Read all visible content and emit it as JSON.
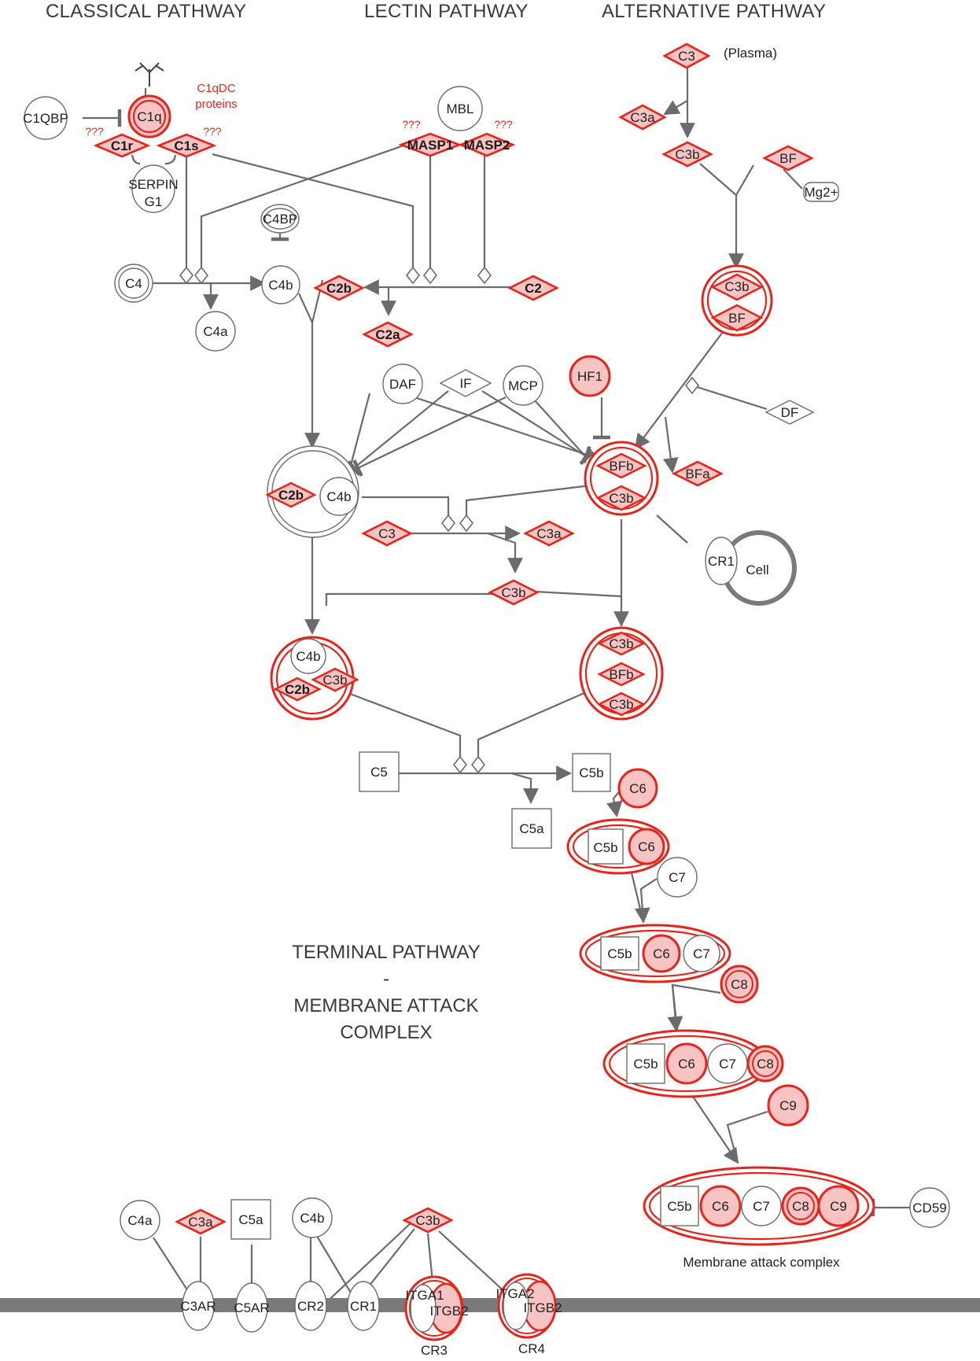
{
  "headers": {
    "classical": "CLASSICAL PATHWAY",
    "lectin": "LECTIN PATHWAY",
    "alternative": "ALTERNATIVE PATHWAY"
  },
  "notes": {
    "c1qdc_line1": "C1qDC",
    "c1qdc_line2": "proteins",
    "unknown": "???",
    "plasma": "(Plasma)"
  },
  "terminal": {
    "line1": "TERMINAL PATHWAY",
    "line2": "-",
    "line3": "MEMBRANE ATTACK",
    "line4": "COMPLEX"
  },
  "captions": {
    "mac": "Membrane attack complex",
    "cr3": "CR3",
    "cr4": "CR4"
  },
  "colors": {
    "active_fill": "#f7c3c3",
    "active_stroke": "#e8241a",
    "edge": "#6b6b6b",
    "membrane": "#7a7a7a"
  },
  "nodes": {
    "c1qbp": "C1QBP",
    "c1q": "C1q",
    "c1r": "C1r",
    "c1s": "C1s",
    "serping1_a": "SERPIN",
    "serping1_b": "G1",
    "mbl": "MBL",
    "masp1": "MASP1",
    "masp2": "MASP2",
    "c4bp": "C4BP",
    "c4": "C4",
    "c4b": "C4b",
    "c4a": "C4a",
    "c2b": "C2b",
    "c2a": "C2a",
    "c2": "C2",
    "c3": "C3",
    "c3a": "C3a",
    "c3b": "C3b",
    "bf": "BF",
    "mg2": "Mg2+",
    "daf": "DAF",
    "if": "IF",
    "mcp": "MCP",
    "hf1": "HF1",
    "df": "DF",
    "bfa": "BFa",
    "bfb": "BFb",
    "cr1": "CR1",
    "cell": "Cell",
    "c5": "C5",
    "c5b": "C5b",
    "c5a": "C5a",
    "c6": "C6",
    "c7": "C7",
    "c8": "C8",
    "c9": "C9",
    "cd59": "CD59",
    "c3ar": "C3AR",
    "c5ar": "C5AR",
    "cr2": "CR2",
    "itga1": "ITGA1",
    "itga2": "ITGA2",
    "itgb2": "ITGB2"
  }
}
